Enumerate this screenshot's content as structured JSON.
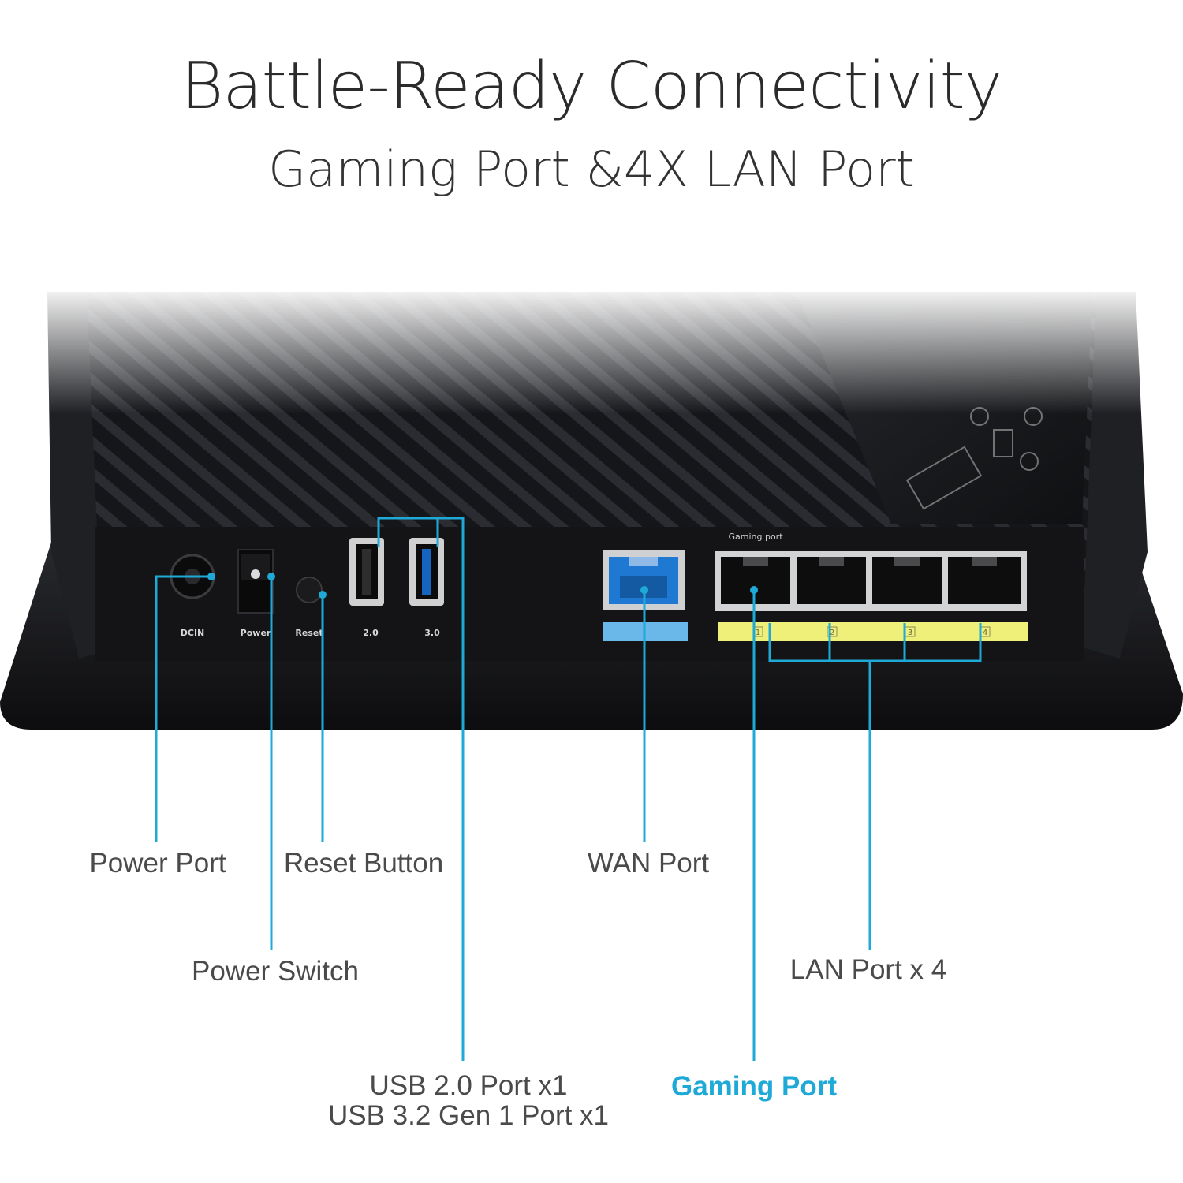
{
  "header": {
    "title": "Battle-Ready Connectivity",
    "subtitle": "Gaming Port &4X LAN Port"
  },
  "router": {
    "panel_labels": {
      "dcin": "DCIN",
      "power": "Power",
      "reset": "Reset",
      "usb2": "2.0",
      "usb3": "3.0",
      "gaming_port_tag": "Gaming port",
      "wan_num": "",
      "lan_nums": [
        "1",
        "2",
        "3",
        "4"
      ]
    },
    "colors": {
      "callout_line": "#1fa9d6",
      "wan_jack": "#1f78d1",
      "wan_strip": "#6ab7ea",
      "lan_strip": "#eef07a",
      "usb3_port": "#1565c0",
      "body": "#1c1c1e"
    }
  },
  "callouts": {
    "power_port": "Power Port",
    "reset_button": "Reset Button",
    "wan_port": "WAN Port",
    "power_switch": "Power Switch",
    "lan_port": "LAN Port x 4",
    "usb_line1": "USB 2.0 Port x1",
    "usb_line2": "USB 3.2 Gen 1 Port x1",
    "gaming_port": "Gaming Port"
  }
}
